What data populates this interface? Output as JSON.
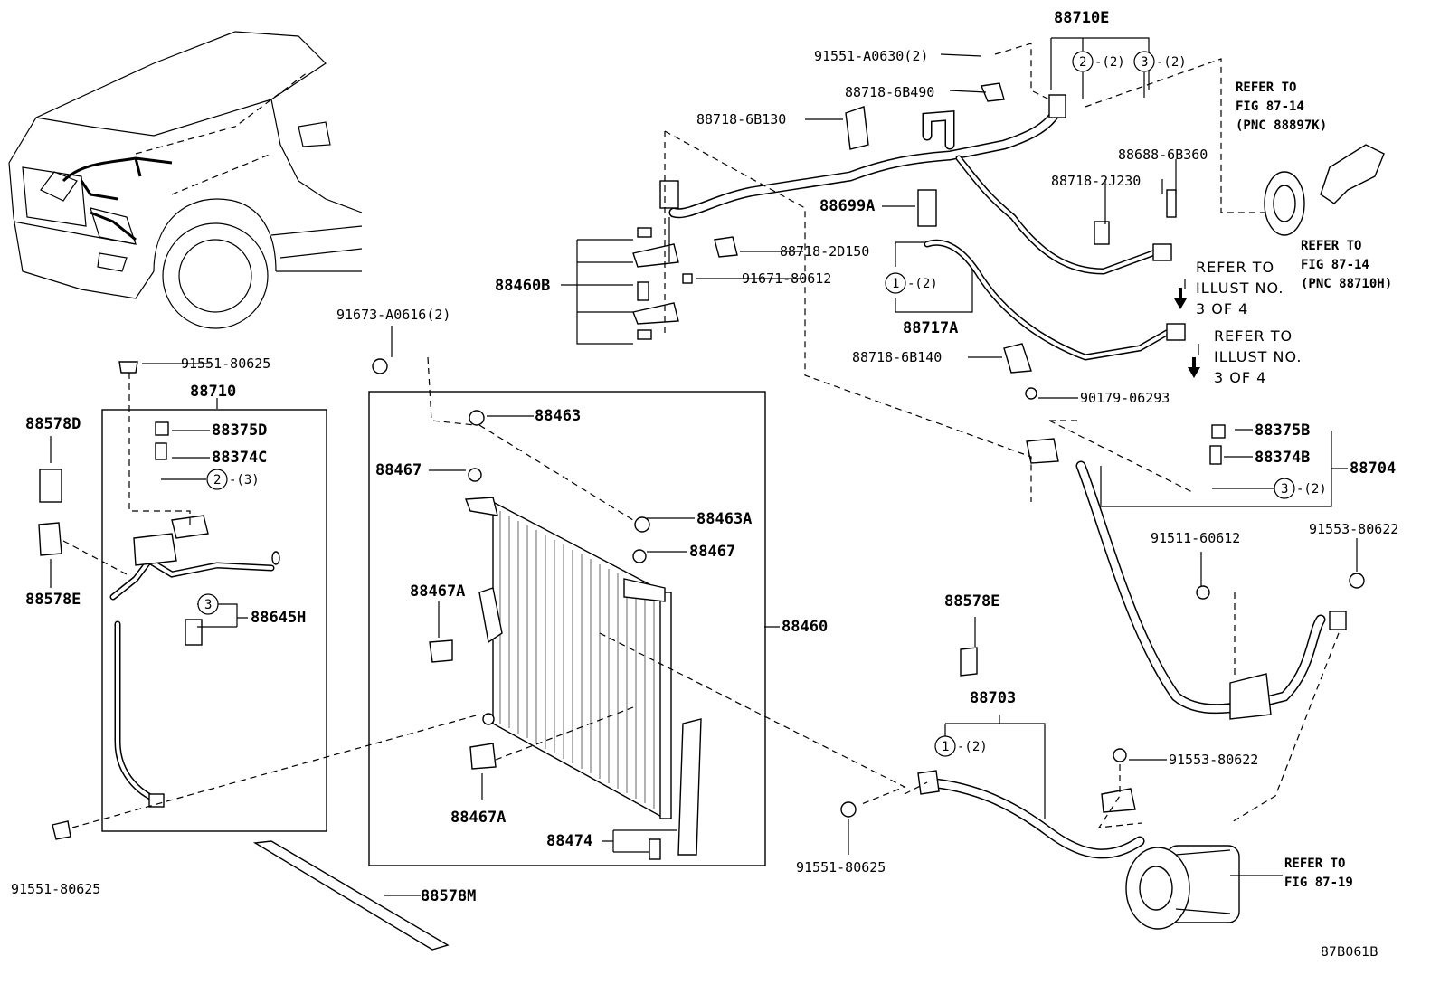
{
  "diagram_code": "87B061B",
  "parts": {
    "p88710E": "88710E",
    "p91551A0630": "91551-A0630(2)",
    "p887186B490": "88718-6B490",
    "p887186B130": "88718-6B130",
    "p886886B360": "88688-6B360",
    "p887182J230": "88718-2J230",
    "p88699A": "88699A",
    "p887182D150": "88718-2D150",
    "p88460B": "88460B",
    "p9167180612": "91671-80612",
    "p88717A": "88717A",
    "p887186B140": "88718-6B140",
    "p91673A0616": "91673-A0616(2)",
    "p9155180625_top": "91551-80625",
    "p88710": "88710",
    "p88578D": "88578D",
    "p88375D": "88375D",
    "p88374C": "88374C",
    "p88578E_left": "88578E",
    "p88645H": "88645H",
    "p88463": "88463",
    "p88467_top": "88467",
    "p88463A": "88463A",
    "p88467_mid": "88467",
    "p88467A_top": "88467A",
    "p88460": "88460",
    "p88467A_bot": "88467A",
    "p88474": "88474",
    "p9155180625_left": "91551-80625",
    "p88578M": "88578M",
    "p9017906293": "90179-06293",
    "p88375B": "88375B",
    "p88374B": "88374B",
    "p88704": "88704",
    "p9151160612": "91511-60612",
    "p9155380622_right": "91553-80622",
    "p88578E_right": "88578E",
    "p88703": "88703",
    "p9155380622_mid": "91553-80622",
    "p9155180625_bot": "91551-80625"
  },
  "callouts": {
    "c2_2": "-(2)",
    "c3_2": "-(2)",
    "c1_2": "-(2)",
    "c2_3": "-(3)",
    "c3_2b": "-(2)",
    "c1_2b": "-(2)"
  },
  "circle_numbers": {
    "one": "1",
    "two": "2",
    "three": "3"
  },
  "refs": {
    "refer_to": "REFER TO",
    "fig_87_14": "FIG 87-14",
    "pnc_88897k": "(PNC 88897K)",
    "pnc_88710h": "(PNC 88710H)",
    "fig_87_19": "FIG 87-19",
    "illust_no": "ILLUST NO.",
    "three_of_4": "3 OF 4"
  }
}
